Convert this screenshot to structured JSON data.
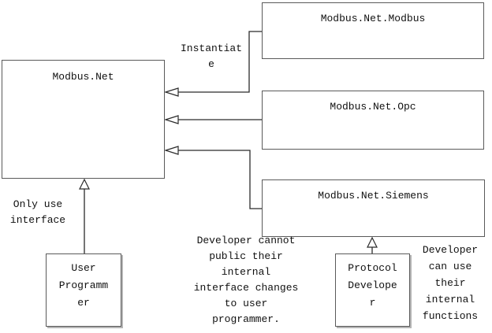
{
  "diagram": {
    "title_hint": "Modbus.Net architecture diagram",
    "boxes": {
      "modbus_net": {
        "title": "Modbus.Net"
      },
      "modbus_net_modbus": {
        "title": "Modbus.Net.Modbus"
      },
      "modbus_net_opc": {
        "title": "Modbus.Net.Opc"
      },
      "modbus_net_siemens": {
        "title": "Modbus.Net.Siemens"
      },
      "user_programmer": {
        "title": "User\nProgramm\ner"
      },
      "protocol_developer": {
        "title": "Protocol\nDevelope\nr"
      }
    },
    "labels": {
      "instantiate": "Instantiat\ne",
      "only_use_interface": "Only use\ninterface",
      "developer_cannot": "Developer cannot\npublic their\ninternal\ninterface changes\nto user\nprogrammer.",
      "developer_can": "Developer\ncan use\ntheir\ninternal\nfunctions"
    },
    "colors": {
      "background": "#ffffff",
      "box_border": "#5a5a5a",
      "line": "#2b2b2b",
      "text": "#111111"
    }
  }
}
